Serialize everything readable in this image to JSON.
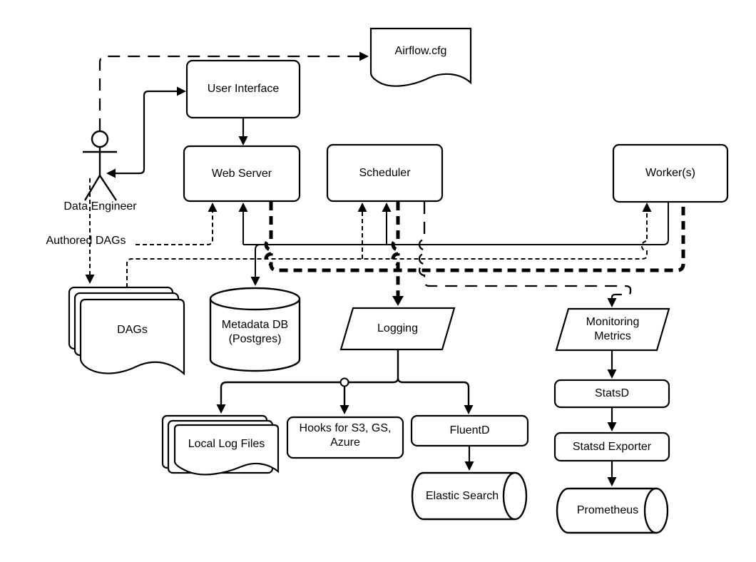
{
  "colors": {
    "stroke": "#000000",
    "background": "#ffffff",
    "text": "#000000"
  },
  "actor": {
    "label": "Data Engineer"
  },
  "edge_labels": {
    "authored_dags": "Authored DAGs"
  },
  "nodes": {
    "airflow_cfg": {
      "label": "Airflow.cfg"
    },
    "user_interface": {
      "label": "User Interface"
    },
    "web_server": {
      "label": "Web Server"
    },
    "scheduler": {
      "label": "Scheduler"
    },
    "workers": {
      "label": "Worker(s)"
    },
    "dags": {
      "label": "DAGs"
    },
    "metadata_db": {
      "label": "Metadata DB (Postgres)"
    },
    "logging": {
      "label": "Logging"
    },
    "monitoring_metrics": {
      "label": "Monitoring Metrics"
    },
    "statsd": {
      "label": "StatsD"
    },
    "statsd_exporter": {
      "label": "Statsd Exporter"
    },
    "prometheus": {
      "label": "Prometheus"
    },
    "local_log_files": {
      "label": "Local Log Files"
    },
    "hooks": {
      "label": "Hooks for  S3, GS, Azure"
    },
    "fluentd": {
      "label": "FluentD"
    },
    "elastic_search": {
      "label": "Elastic Search"
    }
  }
}
